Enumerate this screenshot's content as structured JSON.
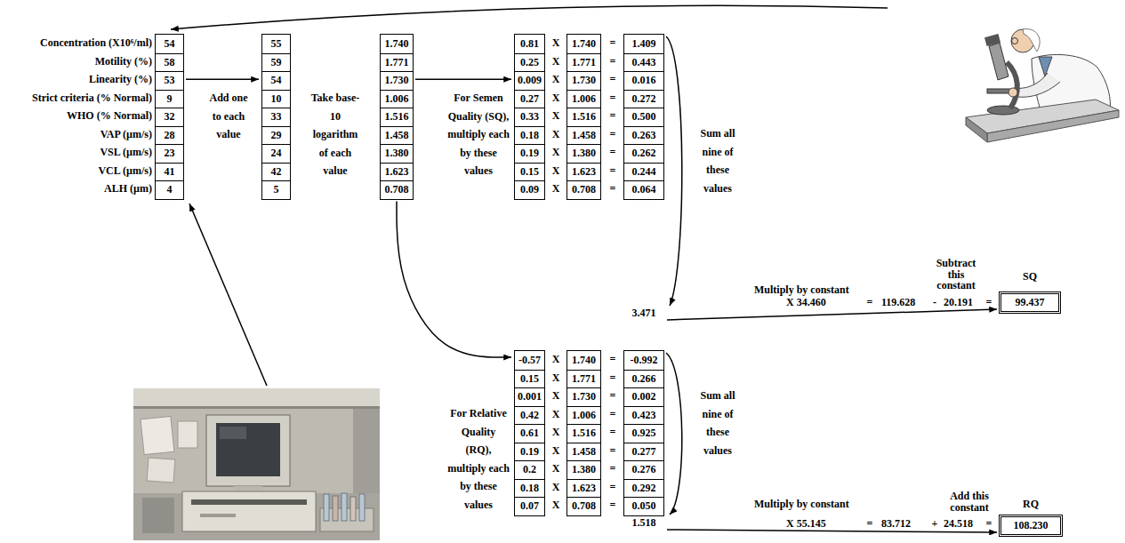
{
  "diagram": {
    "nodes": [
      {
        "text": [
          "54",
          "58",
          "53",
          "9",
          "32",
          "28",
          "23",
          "41",
          "4"
        ]
      },
      {
        "text": [
          "55",
          "59",
          "54",
          "10",
          "33",
          "29",
          "24",
          "42",
          "5"
        ]
      },
      {
        "text": [
          "1.740",
          "1.771",
          "1.730",
          "1.006",
          "1.516",
          "1.458",
          "1.380",
          "1.623",
          "0.708"
        ]
      },
      {
        "text": [
          "0.81",
          "0.25",
          "0.009",
          "0.27",
          "0.33",
          "0.18",
          "0.19",
          "0.15",
          "0.09"
        ]
      },
      {
        "text": [
          "1.740",
          "1.771",
          "1.730",
          "1.006",
          "1.516",
          "1.458",
          "1.380",
          "1.623",
          "0.708"
        ]
      },
      {
        "text": [
          "1.409",
          "0.443",
          "0.016",
          "0.272",
          "0.500",
          "0.263",
          "0.262",
          "0.244",
          "0.064",
          "3.471"
        ]
      },
      {
        "text": [
          "SQ",
          "99.437"
        ]
      },
      {
        "text": [
          "-0.57",
          "0.15",
          "0.001",
          "0.42",
          "0.61",
          "0.19",
          "0.2",
          "0.18",
          "0.07"
        ]
      },
      {
        "text": [
          "1.740",
          "1.771",
          "1.730",
          "1.006",
          "1.516",
          "1.458",
          "1.380",
          "1.623",
          "0.708"
        ]
      },
      {
        "text": [
          "-0.992",
          "0.266",
          "0.002",
          "0.423",
          "0.925",
          "0.277",
          "0.276",
          "0.292",
          "0.050",
          "1.518"
        ]
      },
      {
        "text": [
          "RQ",
          "108.230"
        ]
      }
    ],
    "edges": [
      {
        "from": 0,
        "to": 1,
        "arrow": "to"
      },
      {
        "from": 2,
        "to": 3,
        "arrow": "to"
      },
      {
        "from": 2,
        "to": 7,
        "arrow": "to"
      },
      {
        "from": 5,
        "to": 6,
        "arrow": "to"
      },
      {
        "from": 9,
        "to": 10,
        "arrow": "to"
      }
    ],
    "labels": [
      "Concentration (X10⁶/ml)",
      "Motility (%)",
      "Linearity (%)",
      "Strict criteria (% Normal)",
      "WHO (% Normal)",
      "VAP (µm/s)",
      "VSL (µm/s)",
      "VCL (µm/s)",
      "ALH (µm)",
      "Add one to each value",
      "Take base-10 logarithm of each value",
      "For Semen Quality (SQ), multiply each by these values",
      "X",
      "X",
      "X",
      "X",
      "X",
      "X",
      "X",
      "X",
      "X",
      "=",
      "=",
      "=",
      "=",
      "=",
      "=",
      "=",
      "=",
      "=",
      "Sum all nine of these values",
      "Multiply by constant",
      "X 34.460",
      "=",
      "119.628",
      "Subtract this constant",
      "-",
      "20.191",
      "=",
      "For Relative Quality (RQ), multiply each by these values",
      "X",
      "X",
      "X",
      "X",
      "X",
      "X",
      "X",
      "X",
      "X",
      "=",
      "=",
      "=",
      "=",
      "=",
      "=",
      "=",
      "=",
      "=",
      "Sum all nine of these values",
      "Multiply by constant",
      "X 55.145",
      "=",
      "83.712",
      "Add this constant",
      "+",
      "24.518",
      "="
    ]
  }
}
